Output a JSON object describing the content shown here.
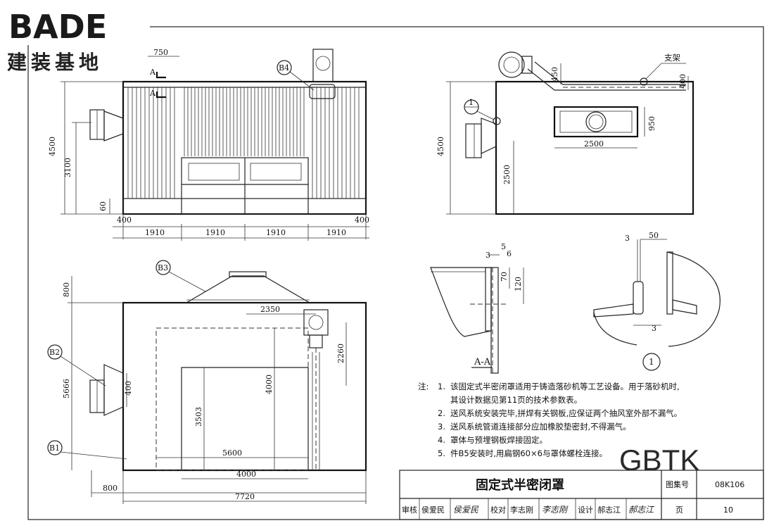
{
  "logo": {
    "brand": "BADE",
    "subtitle": "建装基地"
  },
  "watermark": "GBTK",
  "front_view": {
    "dims_top": {
      "d750": "750",
      "section_mark_a": "A",
      "balloon_b4": "B4"
    },
    "dims_left": {
      "total_height": "4500",
      "inner_height": "3100",
      "base": "60"
    },
    "dims_bottom": [
      "400",
      "1910",
      "1910",
      "1910",
      "1910",
      "400"
    ]
  },
  "side_view": {
    "balloon_1": "1",
    "support_label": "支架",
    "dims": {
      "duct_height": "450",
      "pipe_height": "400",
      "opening_height": "950",
      "opening_width": "2500",
      "total_height": "4500",
      "lower_height": "2500"
    }
  },
  "plan_view": {
    "balloons": {
      "b3": "B3",
      "b2": "B2",
      "b1": "B1"
    },
    "dims": {
      "top_offset": "800",
      "fan_distance": "2350",
      "fan_drop": "2260",
      "total_depth": "5666",
      "duct_size": "400",
      "inner_depth": "4000",
      "door_height": "3503",
      "inner_width": "5600",
      "door_width": "4000",
      "left_offset": "800",
      "total_width": "7720"
    }
  },
  "detail_aa": {
    "label": "A-A",
    "dims": {
      "d3": "3",
      "d5": "5",
      "d6": "6",
      "d70": "70",
      "d120": "120"
    }
  },
  "detail_1": {
    "label": "1",
    "dims": {
      "d3top": "3",
      "d50": "50",
      "d3bottom": "3"
    }
  },
  "notes": {
    "prefix": "注:",
    "items": [
      {
        "num": "1.",
        "text": "该固定式半密闭罩适用于铸造落砂机等工艺设备。用于落砂机时,"
      },
      {
        "num": "",
        "text": "其设计数据见第11页的技术参数表。"
      },
      {
        "num": "2.",
        "text": "送风系统安装完毕,拼焊有关钢板,应保证两个抽风室外部不漏气。"
      },
      {
        "num": "3.",
        "text": "送风系统管道连接部分应加橡胶垫密封,不得漏气。"
      },
      {
        "num": "4.",
        "text": "罩体与预埋钢板焊接固定。"
      },
      {
        "num": "5.",
        "text": "件B5安装时,用扁钢60×6与罩体螺栓连接。"
      }
    ]
  },
  "title_block": {
    "title": "固定式半密闭罩",
    "atlas_label": "图集号",
    "atlas_no": "08K106",
    "review_label": "审核",
    "reviewer": "侯爱民",
    "reviewer_sig": "侯爱民",
    "check_label": "校对",
    "checker": "李志刚",
    "checker_sig": "李志刚",
    "design_label": "设计",
    "designer": "郝志江",
    "designer_sig": "郝志江",
    "page_label": "页",
    "page_no": "10"
  }
}
